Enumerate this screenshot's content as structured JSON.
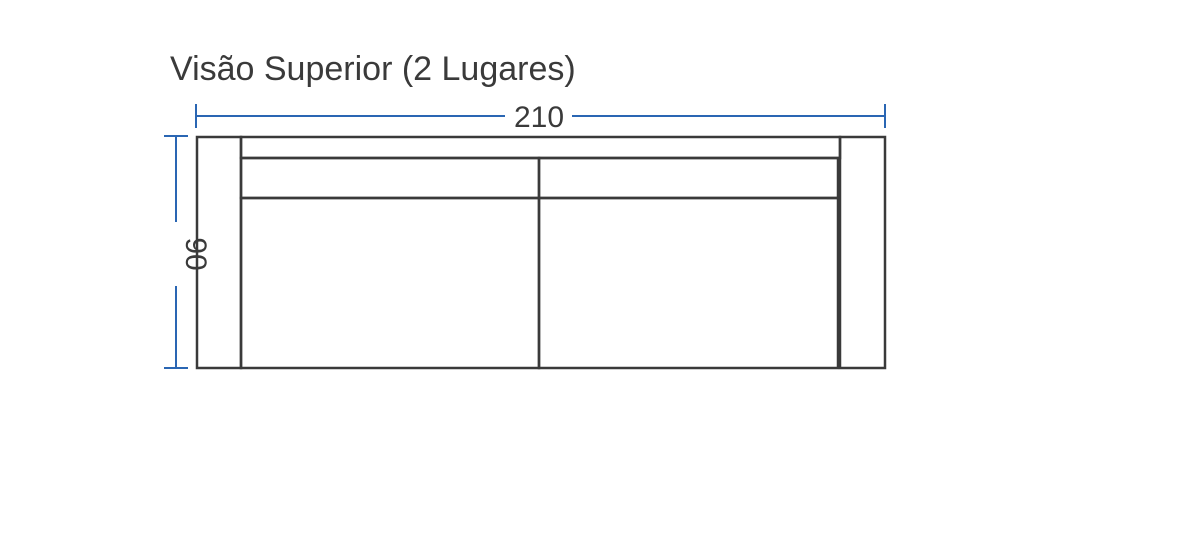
{
  "title": "Visão Superior (2 Lugares)",
  "dimensions": {
    "width_label": "210",
    "depth_label": "90"
  },
  "colors": {
    "outline": "#3a3a3a",
    "dimension_line": "#2a66b3",
    "text": "#3a3a3a"
  }
}
